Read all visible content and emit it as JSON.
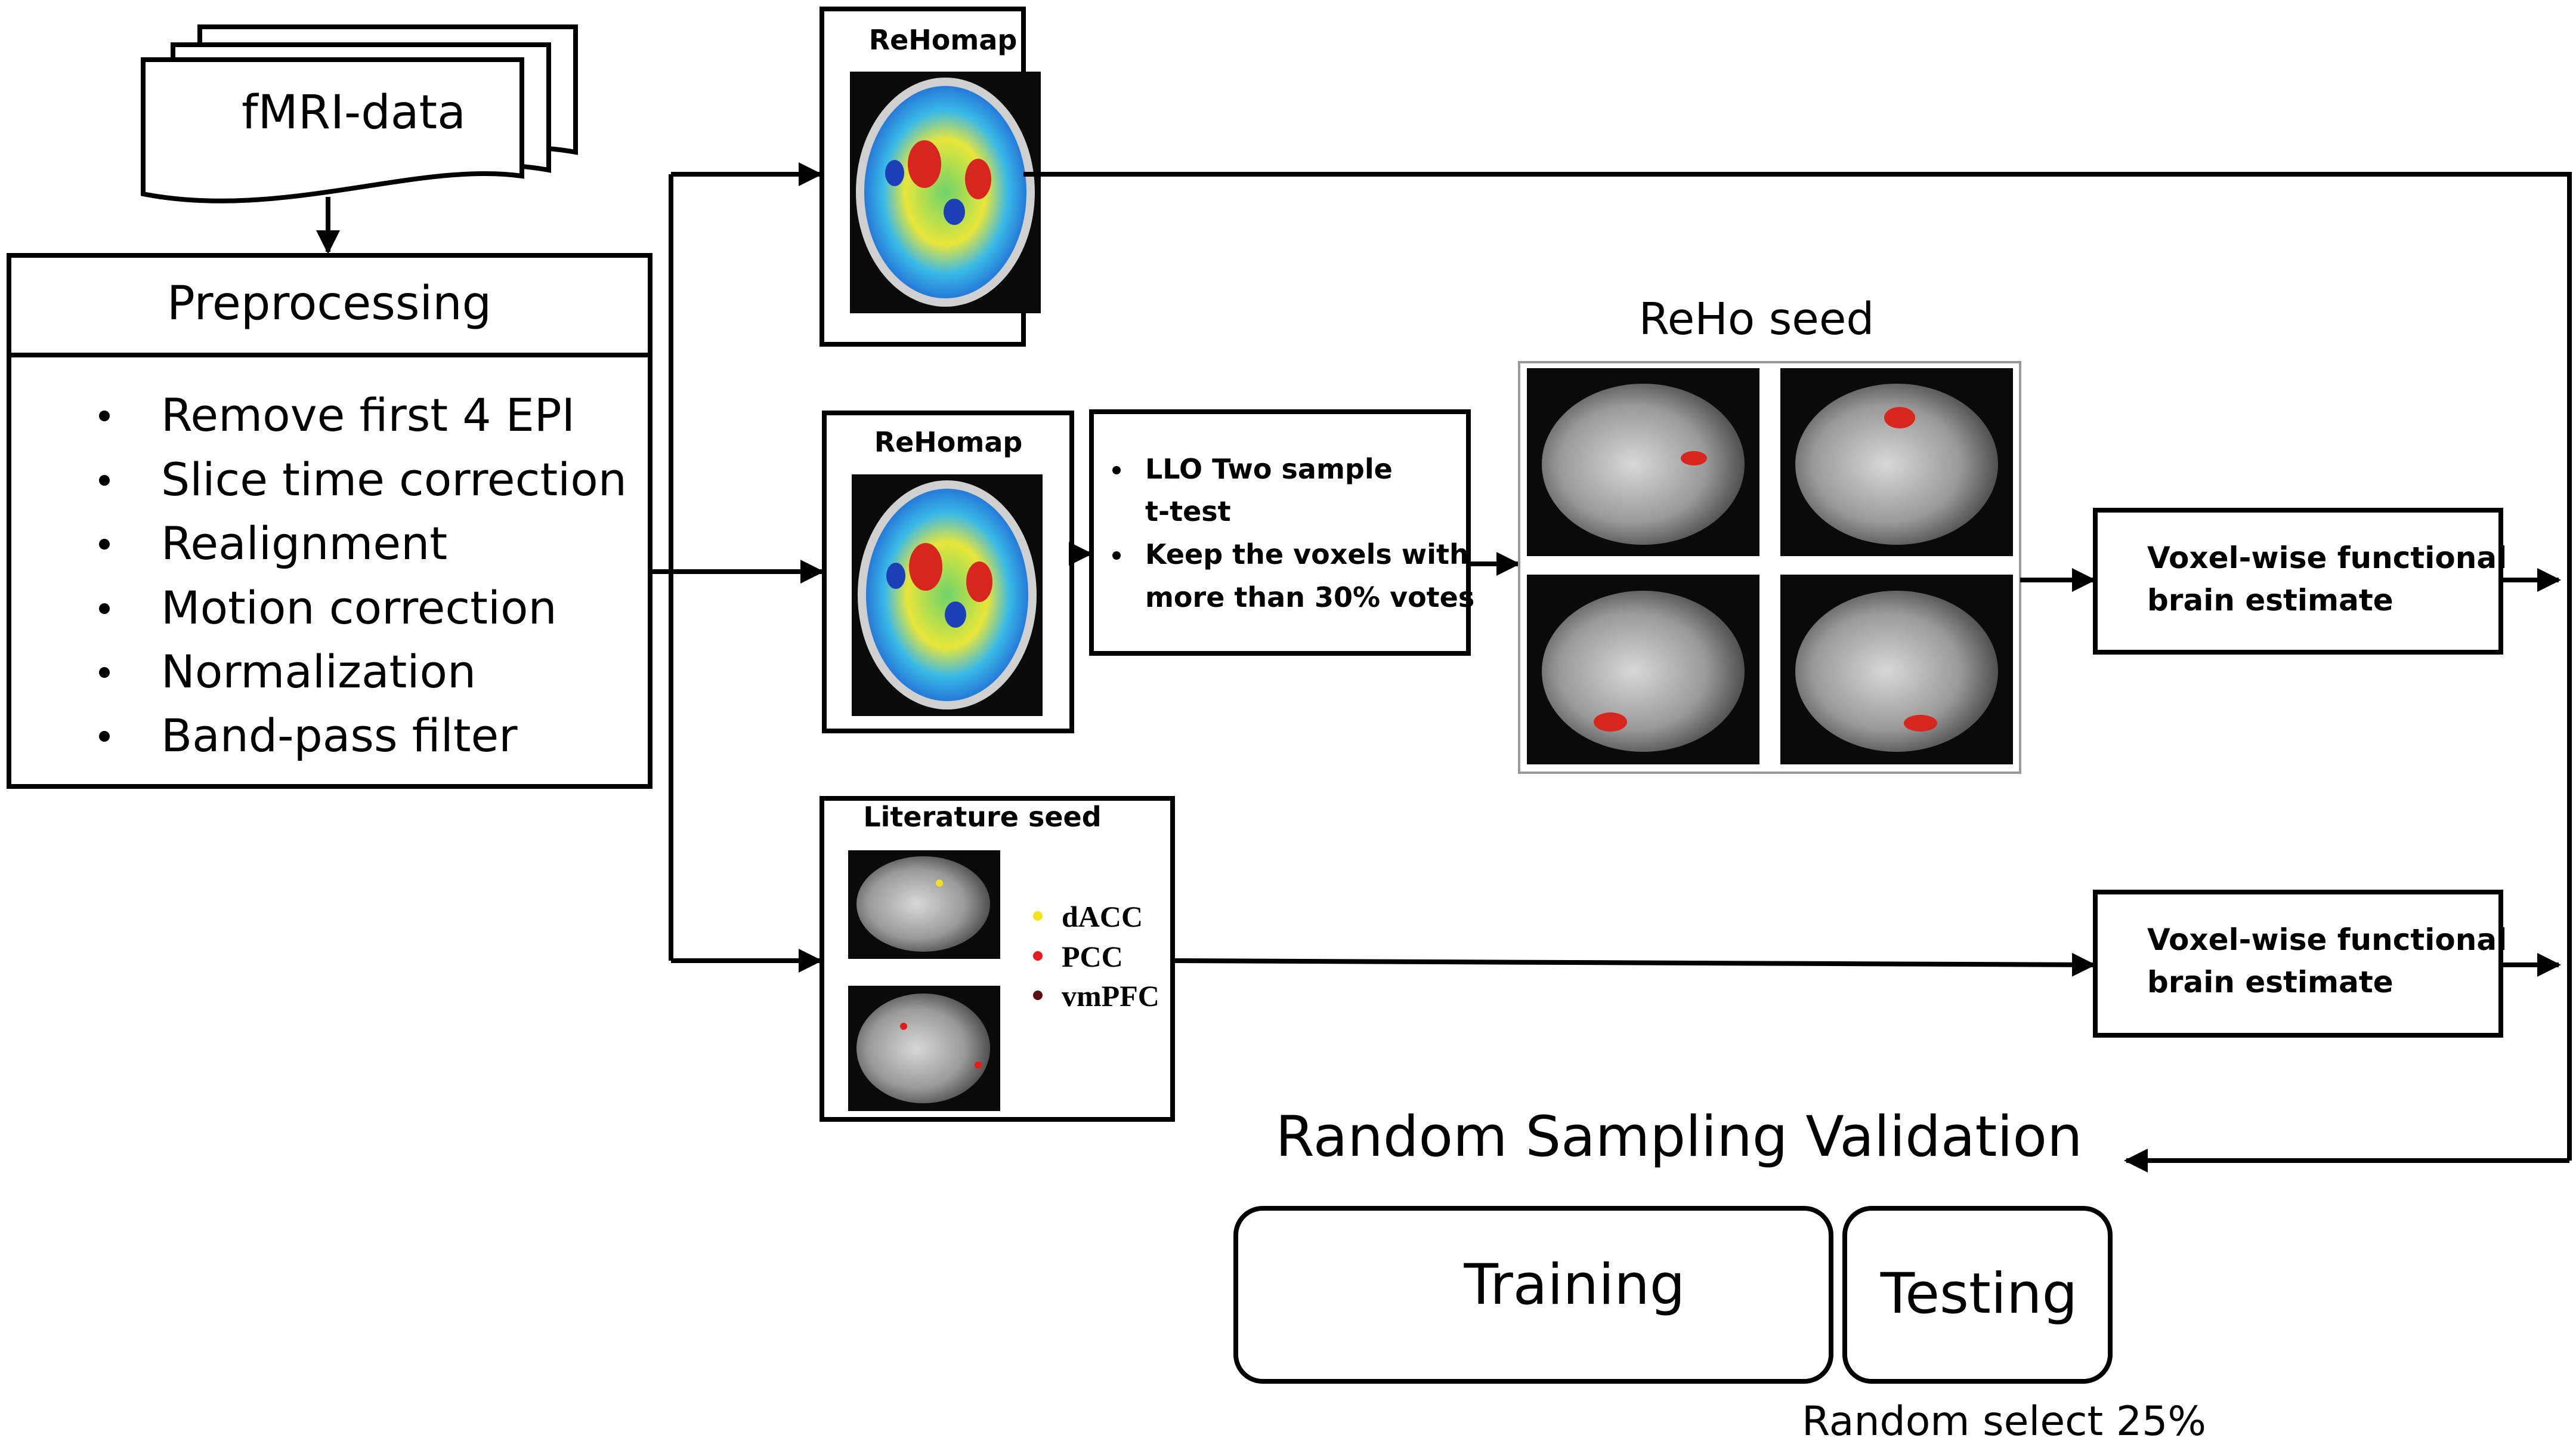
{
  "input": {
    "label": "fMRI-data"
  },
  "preprocessing": {
    "title": "Preprocessing",
    "steps": [
      "Remove first 4 EPI",
      "Slice time correction",
      "Realignment",
      "Motion correction",
      "Normalization",
      "Band-pass filter"
    ]
  },
  "rehomap_top": {
    "title": "ReHomap"
  },
  "rehomap_mid": {
    "title": "ReHomap"
  },
  "llo_box": {
    "lines": [
      "LLO Two sample",
      "t-test",
      "Keep the voxels with",
      "more than 30% votes"
    ]
  },
  "reho_seed": {
    "title": "ReHo seed"
  },
  "literature_seed": {
    "title": "Literature seed",
    "legend": [
      {
        "label": "dACC",
        "color": "#f2e21b"
      },
      {
        "label": "PCC",
        "color": "#e41a1c"
      },
      {
        "label": "vmPFC",
        "color": "#5a1010"
      }
    ]
  },
  "estimate_top": {
    "lines": [
      "Voxel-wise functional",
      "brain estimate"
    ]
  },
  "estimate_bottom": {
    "lines": [
      "Voxel-wise functional",
      "brain estimate"
    ]
  },
  "validation": {
    "title": "Random Sampling Validation",
    "training": "Training",
    "testing": "Testing",
    "note": "Random select 25%"
  }
}
